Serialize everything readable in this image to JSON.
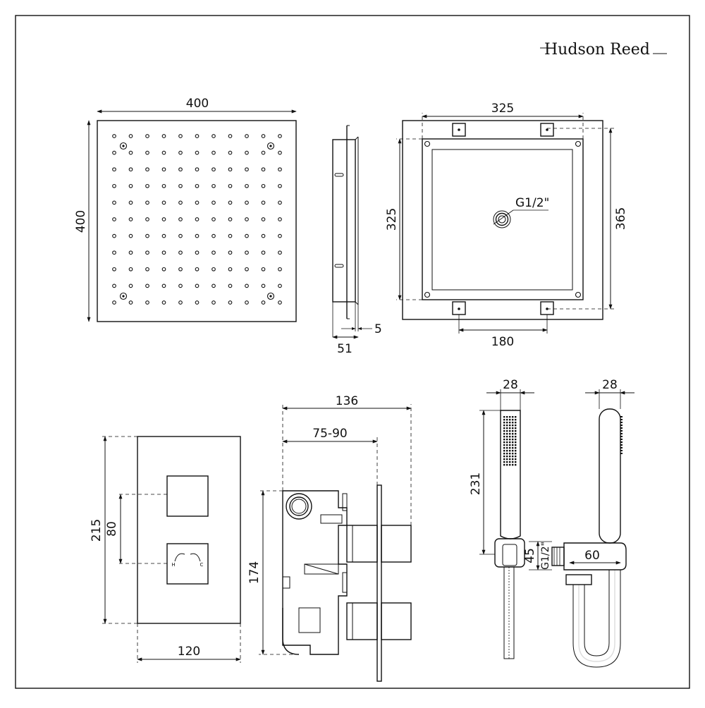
{
  "brand": "Hudson Reed",
  "shower_head": {
    "width": "400",
    "height": "400",
    "depth": "51",
    "edge_thickness": "5"
  },
  "mounting_frame": {
    "width": "325",
    "height": "325",
    "outer_height": "365",
    "bracket_spacing": "180",
    "inlet_thread": "G1/2\""
  },
  "valve_plate": {
    "width": "120",
    "height": "215",
    "control_spacing": "80",
    "hot_label": "H",
    "cold_label": "C"
  },
  "valve_body": {
    "overall_depth": "136",
    "wall_depth_range": "75-90",
    "height": "174"
  },
  "handset": {
    "width": "28",
    "length": "231"
  },
  "wall_outlet": {
    "handset_width": "28",
    "outlet_height": "45",
    "outlet_thread": "G1/2\"",
    "outlet_length": "60"
  }
}
